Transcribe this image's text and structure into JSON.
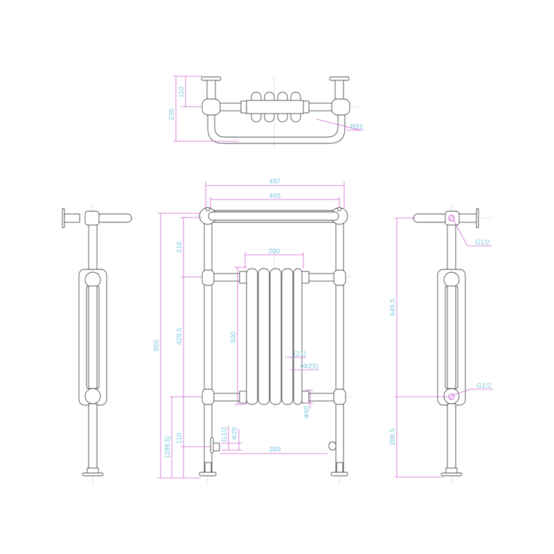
{
  "drawing": {
    "type": "technical-drawing",
    "subject": "traditional towel radiator with column radiator section",
    "colors": {
      "outline": "#4a4a4a",
      "dimension_line": "#d05fd0",
      "dimension_text": "#7ec8e0",
      "centerline": "#a8d8e8",
      "background": "#ffffff"
    }
  },
  "views": {
    "top": {
      "dims": {
        "total_depth": "235",
        "wall_offset": "110",
        "bend_radius": "R81"
      }
    },
    "front": {
      "dims": {
        "outer_width": "497",
        "center_width": "465",
        "radiator_width": "200",
        "total_height": "950",
        "top_to_upper_rail": "216",
        "rail_spacing": "429.5",
        "radiator_height": "500",
        "bottom_offset": "(288.5)",
        "valve_height": "110",
        "inlet_thread": "G1/2",
        "inlet_dia": "Φ25",
        "valve_centers": "389",
        "column_pitch": "(21)",
        "column_dia": "(Φ25)",
        "header_dia": "Φ55"
      }
    },
    "side_right": {
      "dims": {
        "upper_height": "645.5",
        "lower_height": "288.5",
        "top_thread": "G1/2",
        "bottom_thread": "G1/2"
      }
    },
    "side_left": {
      "dims": {}
    }
  }
}
